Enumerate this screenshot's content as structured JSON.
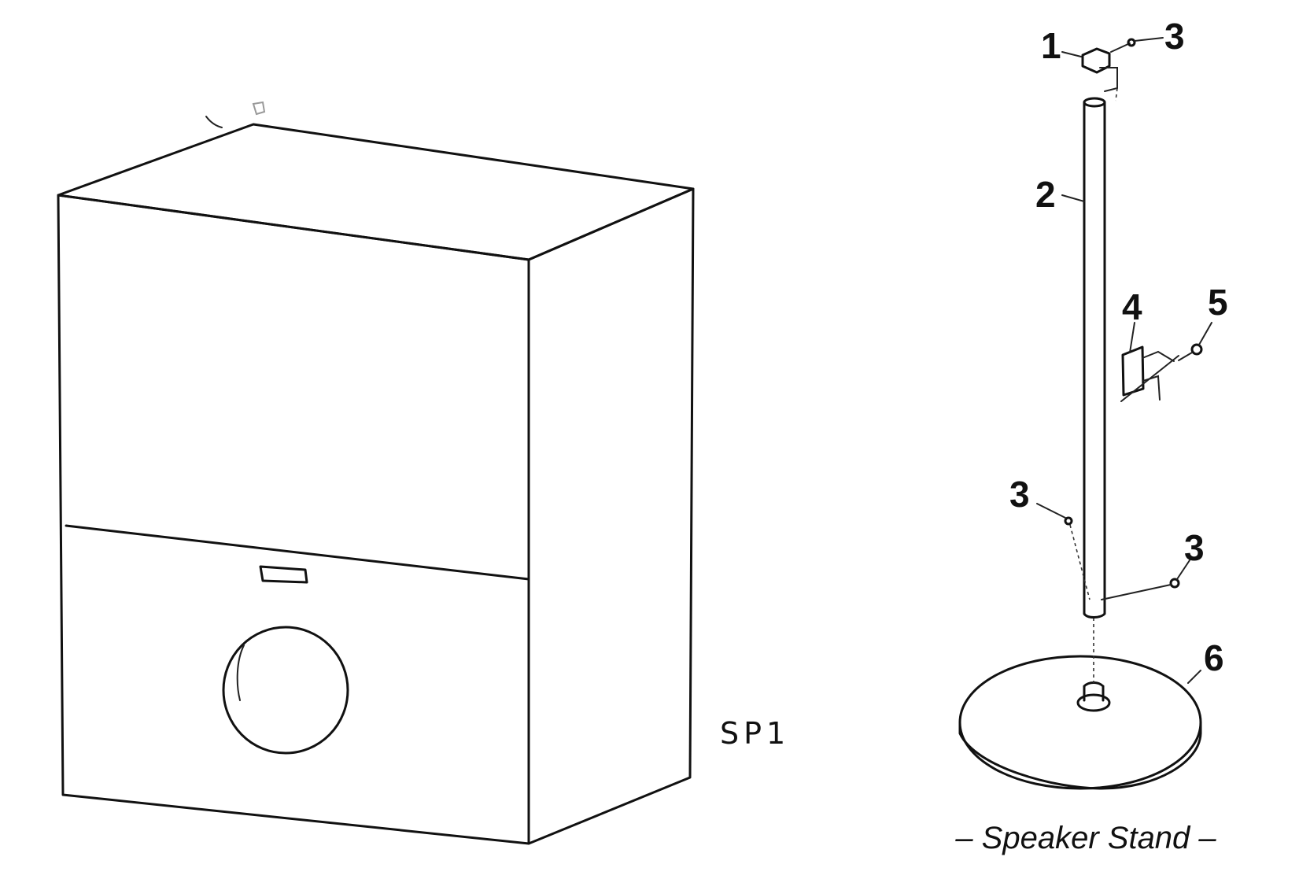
{
  "labels": {
    "handwritten_id": "SP1",
    "caption": "– Speaker Stand –",
    "callouts": {
      "top_cap": "1",
      "top_screw": "3",
      "pole": "2",
      "bracket": "4",
      "bracket_screw": "5",
      "lower_left_screw": "3",
      "lower_right_screw": "3",
      "base": "6"
    }
  }
}
